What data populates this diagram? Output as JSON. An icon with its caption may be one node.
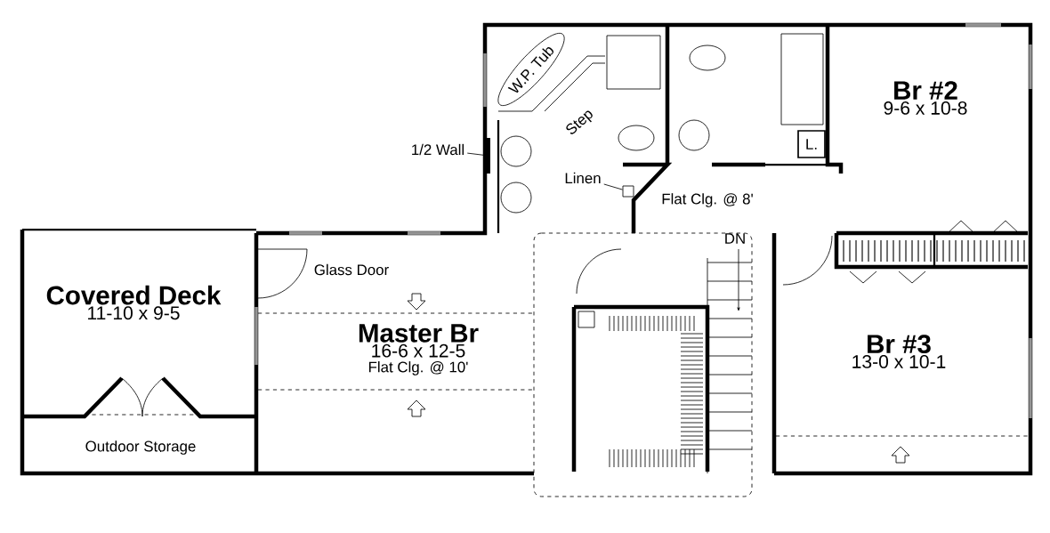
{
  "diagram": {
    "nodes": [
      {
        "text": [
          "Covered Deck",
          "11-10 x 9-5"
        ]
      },
      {
        "text": [
          "Outdoor Storage"
        ]
      },
      {
        "text": [
          "Master Br",
          "16-6 x 12-5",
          "Flat Clg. @ 10'"
        ]
      },
      {
        "text": [
          "Br #2",
          "9-6 x 10-8"
        ]
      },
      {
        "text": [
          "Br #3",
          "13-0 x 10-1"
        ]
      },
      {
        "text": [
          "W.P. Tub"
        ]
      },
      {
        "text": [
          "L."
        ]
      },
      {
        "text": [
          "1/2 Wall"
        ]
      },
      {
        "text": [],
        "shape": "bar"
      },
      {
        "text": [
          "Linen"
        ]
      },
      {
        "text": [],
        "shape": "box"
      }
    ],
    "edges": [
      {
        "from": 7,
        "to": 8,
        "arrow": "none"
      },
      {
        "from": 9,
        "to": 10,
        "arrow": "none"
      }
    ],
    "labels": [
      "Step",
      "Flat Clg. @ 8'",
      "DN",
      "Glass Door"
    ]
  }
}
